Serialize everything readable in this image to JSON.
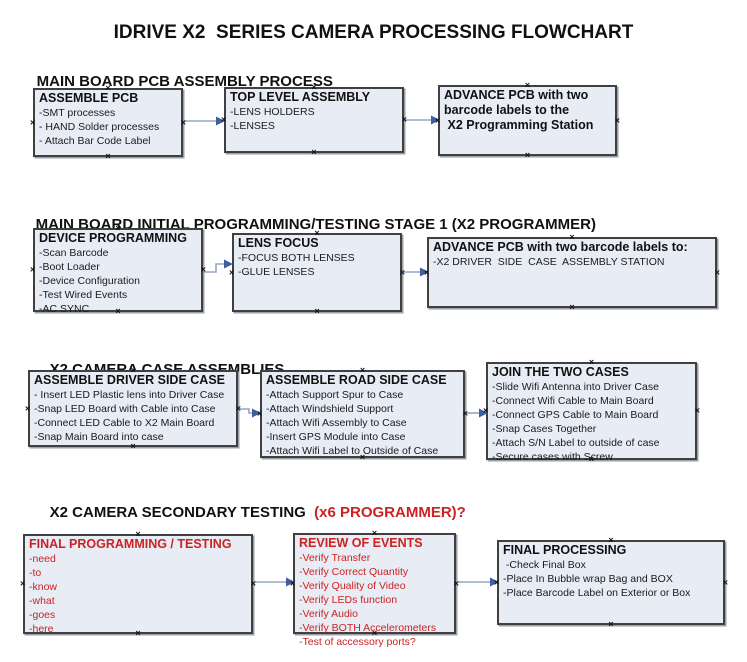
{
  "title": "IDRIVE X2  SERIES CAMERA PROCESSING FLOWCHART",
  "icons": {
    "connection_point": "×"
  },
  "colors": {
    "box_fill": "#e7ecf5",
    "box_border": "#404040",
    "red_text": "#cc2222",
    "arrow_line": "#96a5c5",
    "arrow_head": "#3f5e9e"
  },
  "sections": [
    {
      "header": "MAIN BOARD PCB ASSEMBLY PROCESS",
      "header_red": "",
      "boxes": [
        {
          "title": "ASSEMBLE PCB",
          "items": [
            "-SMT processes",
            "- HAND Solder processes",
            "- Attach Bar Code Label"
          ]
        },
        {
          "title": "TOP LEVEL ASSEMBLY",
          "items": [
            "-LENS HOLDERS",
            "-LENSES"
          ]
        },
        {
          "title": "ADVANCE PCB with two barcode labels to the\n X2 Programming Station",
          "items": []
        }
      ]
    },
    {
      "header": "MAIN BOARD INITIAL PROGRAMMING/TESTING STAGE 1 (X2 PROGRAMMER)",
      "header_red": "",
      "boxes": [
        {
          "title": "DEVICE PROGRAMMING",
          "items": [
            "-Scan Barcode",
            "-Boot Loader",
            "-Device Configuration",
            "-Test Wired Events",
            "-AC SYNC"
          ]
        },
        {
          "title": "LENS FOCUS",
          "items": [
            "-FOCUS BOTH LENSES",
            "-GLUE LENSES"
          ]
        },
        {
          "title": "ADVANCE PCB with two barcode labels to:",
          "items": [
            "-X2 DRIVER  SIDE  CASE  ASSEMBLY STATION"
          ]
        }
      ]
    },
    {
      "header": "X2 CAMERA CASE ASSEMBLIES",
      "header_red": "",
      "boxes": [
        {
          "title": "ASSEMBLE DRIVER SIDE CASE",
          "items": [
            "- Insert LED Plastic lens into Driver Case",
            "-Snap LED Board with Cable into Case",
            "-Connect LED Cable to X2 Main Board",
            "-Snap Main Board into case"
          ]
        },
        {
          "title": "ASSEMBLE ROAD SIDE CASE",
          "items": [
            "-Attach Support Spur to Case",
            "-Attach Windshield Support",
            "-Attach Wifi Assembly to Case",
            "-Insert GPS Module into Case",
            "-Attach Wifi Label to Outside of Case"
          ]
        },
        {
          "title": "JOIN THE TWO CASES",
          "items": [
            "-Slide Wifi Antenna into Driver Case",
            "-Connect Wifi Cable to Main Board",
            "-Connect GPS Cable to Main Board",
            "-Snap Cases Together",
            "-Attach S/N Label to outside of case",
            "-Secure cases with Screw"
          ]
        }
      ]
    },
    {
      "header": "X2 CAMERA SECONDARY TESTING  ",
      "header_red": "(x6 PROGRAMMER)?",
      "boxes": [
        {
          "title": "FINAL PROGRAMMING / TESTING",
          "items": [
            "-need",
            "-to",
            "-know",
            "-what",
            "-goes",
            "-here"
          ]
        },
        {
          "title": "REVIEW OF EVENTS",
          "items": [
            "-Verify Transfer",
            "-Verify Correct Quantity",
            "-Verify Quality of Video",
            "-Verify LEDs function",
            "-Verify Audio",
            "-Verify BOTH Accelerometers",
            "-Test of accessory ports?"
          ]
        },
        {
          "title": "FINAL PROCESSING",
          "items": [
            " -Check Final Box",
            "-Place In Bubble wrap Bag and BOX",
            "-Place Barcode Label on Exterior or Box"
          ]
        }
      ]
    }
  ]
}
